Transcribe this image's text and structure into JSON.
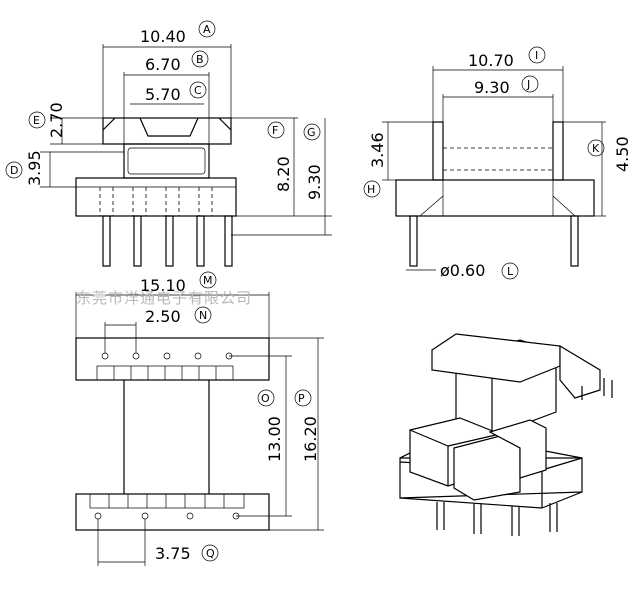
{
  "dimensions": [
    {
      "value": "10.40",
      "tag": "A"
    },
    {
      "value": "6.70",
      "tag": "B"
    },
    {
      "value": "5.70",
      "tag": "C"
    },
    {
      "value": "3.95",
      "tag": "D"
    },
    {
      "value": "2.70",
      "tag": "E"
    },
    {
      "value": "8.20",
      "tag": "F"
    },
    {
      "value": "9.30",
      "tag": "G"
    },
    {
      "value": "3.46",
      "tag": "H"
    },
    {
      "value": "10.70",
      "tag": "I"
    },
    {
      "value": "9.30",
      "tag": "J"
    },
    {
      "value": "4.50",
      "tag": "K"
    },
    {
      "value": "ø0.60",
      "tag": "L"
    },
    {
      "value": "15.10",
      "tag": "M"
    },
    {
      "value": "2.50",
      "tag": "N"
    },
    {
      "value": "13.00",
      "tag": "O"
    },
    {
      "value": "16.20",
      "tag": "P"
    },
    {
      "value": "3.75",
      "tag": "Q"
    }
  ],
  "watermark": "东莞市洋通电子有限公司"
}
